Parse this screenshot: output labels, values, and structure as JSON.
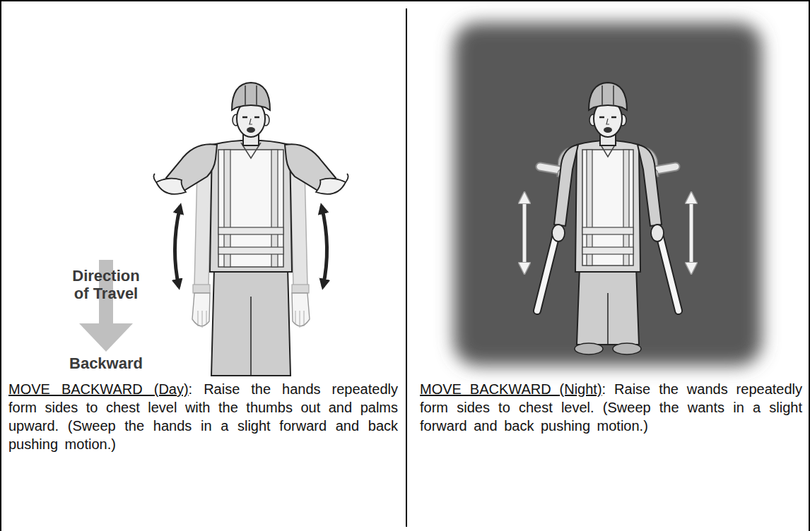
{
  "diagram": {
    "labels": [
      "Direction of Travel",
      "Backward",
      "MOVE BACKWARD (Day)",
      ":  Raise the hands repeatedly form sides to chest level with the thumbs out and palms upward.  (Sweep the hands in a slight forward and back pushing motion.)",
      "MOVE BACKWARD (Night)",
      ":  Raise the wands repeatedly form sides to chest level.  (Sweep the wants in a slight forward and back pushing motion.)"
    ]
  }
}
